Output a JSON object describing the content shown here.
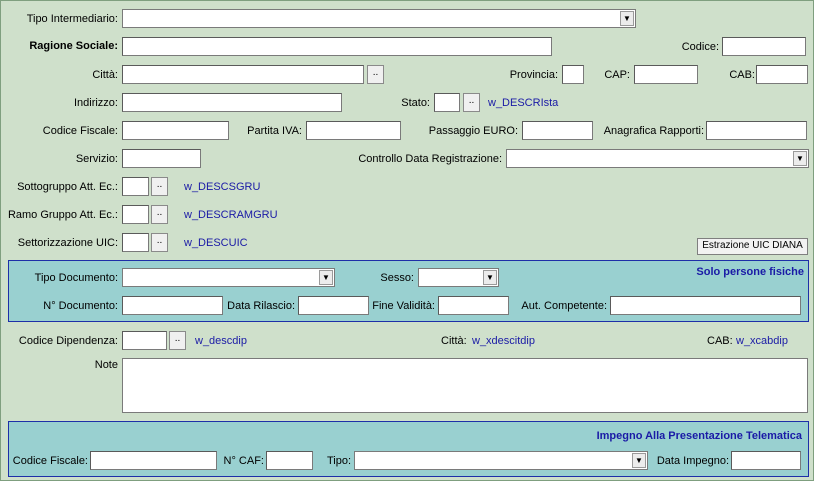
{
  "form": {
    "tipo_intermediario": {
      "label": "Tipo Intermediario:",
      "value": ""
    },
    "ragione_sociale": {
      "label": "Ragione Sociale:",
      "value": ""
    },
    "codice": {
      "label": "Codice:",
      "value": ""
    },
    "citta": {
      "label": "Città:",
      "value": "",
      "button": ".."
    },
    "provincia": {
      "label": "Provincia:",
      "value": ""
    },
    "cap": {
      "label": "CAP:",
      "value": ""
    },
    "cab": {
      "label": "CAB:",
      "value": ""
    },
    "indirizzo": {
      "label": "Indirizzo:",
      "value": ""
    },
    "stato": {
      "label": "Stato:",
      "value": "",
      "button": "..",
      "desc": "w_DESCRIsta"
    },
    "codice_fiscale": {
      "label": "Codice Fiscale:",
      "value": ""
    },
    "partita_iva": {
      "label": "Partita IVA:",
      "value": ""
    },
    "passaggio_euro": {
      "label": "Passaggio EURO:",
      "value": ""
    },
    "anagrafica_rapporti": {
      "label": "Anagrafica Rapporti:",
      "value": ""
    },
    "servizio": {
      "label": "Servizio:",
      "value": ""
    },
    "controllo_data": {
      "label": "Controllo Data Registrazione:",
      "value": ""
    },
    "sottogruppo": {
      "label": "Sottogruppo Att. Ec.:",
      "value": "",
      "button": "..",
      "desc": "w_DESCSGRU"
    },
    "ramo_gruppo": {
      "label": "Ramo Gruppo Att. Ec.:",
      "value": "",
      "button": "..",
      "desc": "w_DESCRAMGRU"
    },
    "settorizzazione": {
      "label": "Settorizzazione UIC:",
      "value": "",
      "button": "..",
      "desc": "w_DESCUIC"
    },
    "estrazione_button": "Estrazione UIC DIANA"
  },
  "persone_fisiche": {
    "title": "Solo persone fisiche",
    "tipo_documento": {
      "label": "Tipo Documento:",
      "value": ""
    },
    "sesso": {
      "label": "Sesso:",
      "value": ""
    },
    "n_documento": {
      "label": "N° Documento:",
      "value": ""
    },
    "data_rilascio": {
      "label": "Data Rilascio:",
      "value": ""
    },
    "fine_validita": {
      "label": "Fine Validità:",
      "value": ""
    },
    "aut_competente": {
      "label": "Aut. Competente:",
      "value": ""
    }
  },
  "dipendenza": {
    "codice": {
      "label": "Codice Dipendenza:",
      "value": "",
      "button": "..",
      "desc": "w_descdip"
    },
    "citta": {
      "label": "Città:",
      "desc": "w_xdescitdip"
    },
    "cab": {
      "label": "CAB:",
      "desc": "w_xcabdip"
    },
    "note": {
      "label": "Note",
      "value": ""
    }
  },
  "impegno": {
    "title": "Impegno Alla Presentazione Telematica",
    "codice_fiscale": {
      "label": "Codice Fiscale:",
      "value": ""
    },
    "n_caf": {
      "label": "N° CAF:",
      "value": ""
    },
    "tipo": {
      "label": "Tipo:",
      "value": ""
    },
    "data_impegno": {
      "label": "Data Impegno:",
      "value": ""
    }
  }
}
